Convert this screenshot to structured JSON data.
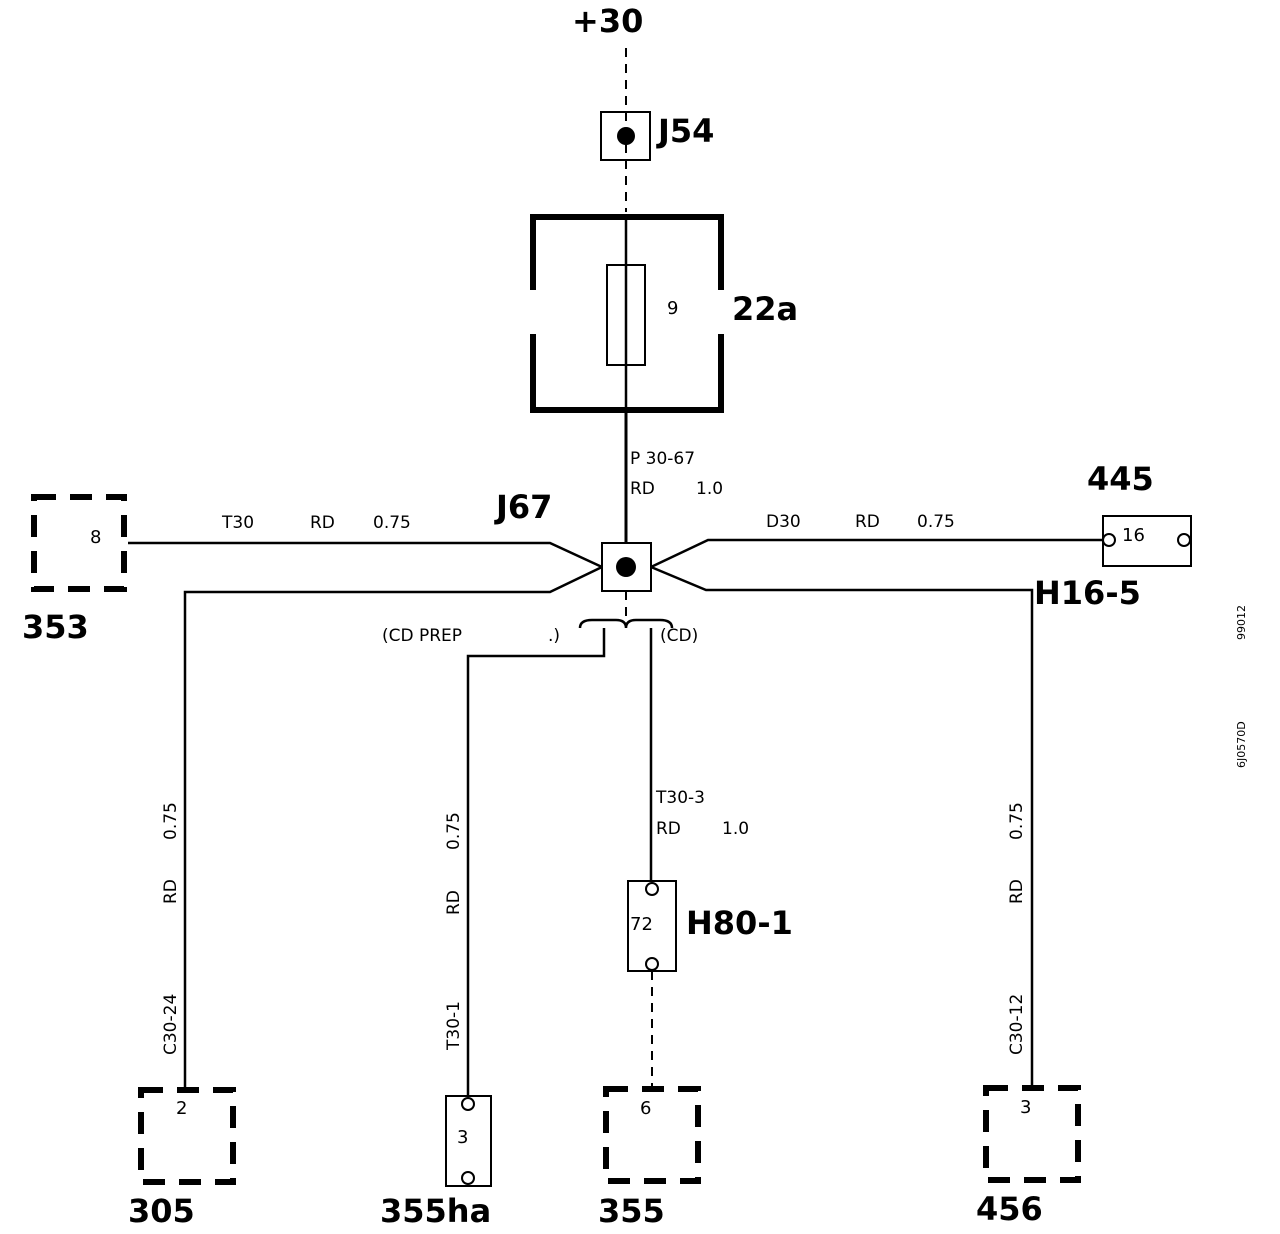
{
  "supply": "+30",
  "junctions": {
    "j54": "J54",
    "j67": "J67"
  },
  "fuse": {
    "id": "22a",
    "number": "9"
  },
  "wires": {
    "p30_67": {
      "code": "P 30-67",
      "color": "RD",
      "size": "1.0"
    },
    "t30": {
      "code": "T30",
      "color": "RD",
      "size": "0.75"
    },
    "d30": {
      "code": "D30",
      "color": "RD",
      "size": "0.75"
    },
    "c30_24": {
      "code": "C30-24",
      "color": "RD",
      "size": "0.75"
    },
    "t30_1": {
      "code": "T30-1",
      "color": "RD",
      "size": "0.75"
    },
    "t30_3": {
      "code": "T30-3",
      "color": "RD",
      "size": "1.0"
    },
    "c30_12": {
      "code": "C30-12",
      "color": "RD",
      "size": "0.75"
    }
  },
  "variants": {
    "cd_prep": "(CD PREP",
    "cd_prep_end": ".)",
    "cd": "(CD)"
  },
  "components": {
    "c353": {
      "id": "353",
      "pin": "8"
    },
    "c445": {
      "id": "445",
      "pin": "16"
    },
    "c305": {
      "id": "305",
      "pin": "2"
    },
    "c355ha": {
      "id": "355ha",
      "pin": "3"
    },
    "c355": {
      "id": "355",
      "pin": "6"
    },
    "c456": {
      "id": "456",
      "pin": "3"
    }
  },
  "connectors": {
    "h16_5": "H16-5",
    "h80_1": {
      "id": "H80-1",
      "pin": "72"
    }
  },
  "side_codes": {
    "code1": "99012",
    "code2": "6J0570D"
  }
}
